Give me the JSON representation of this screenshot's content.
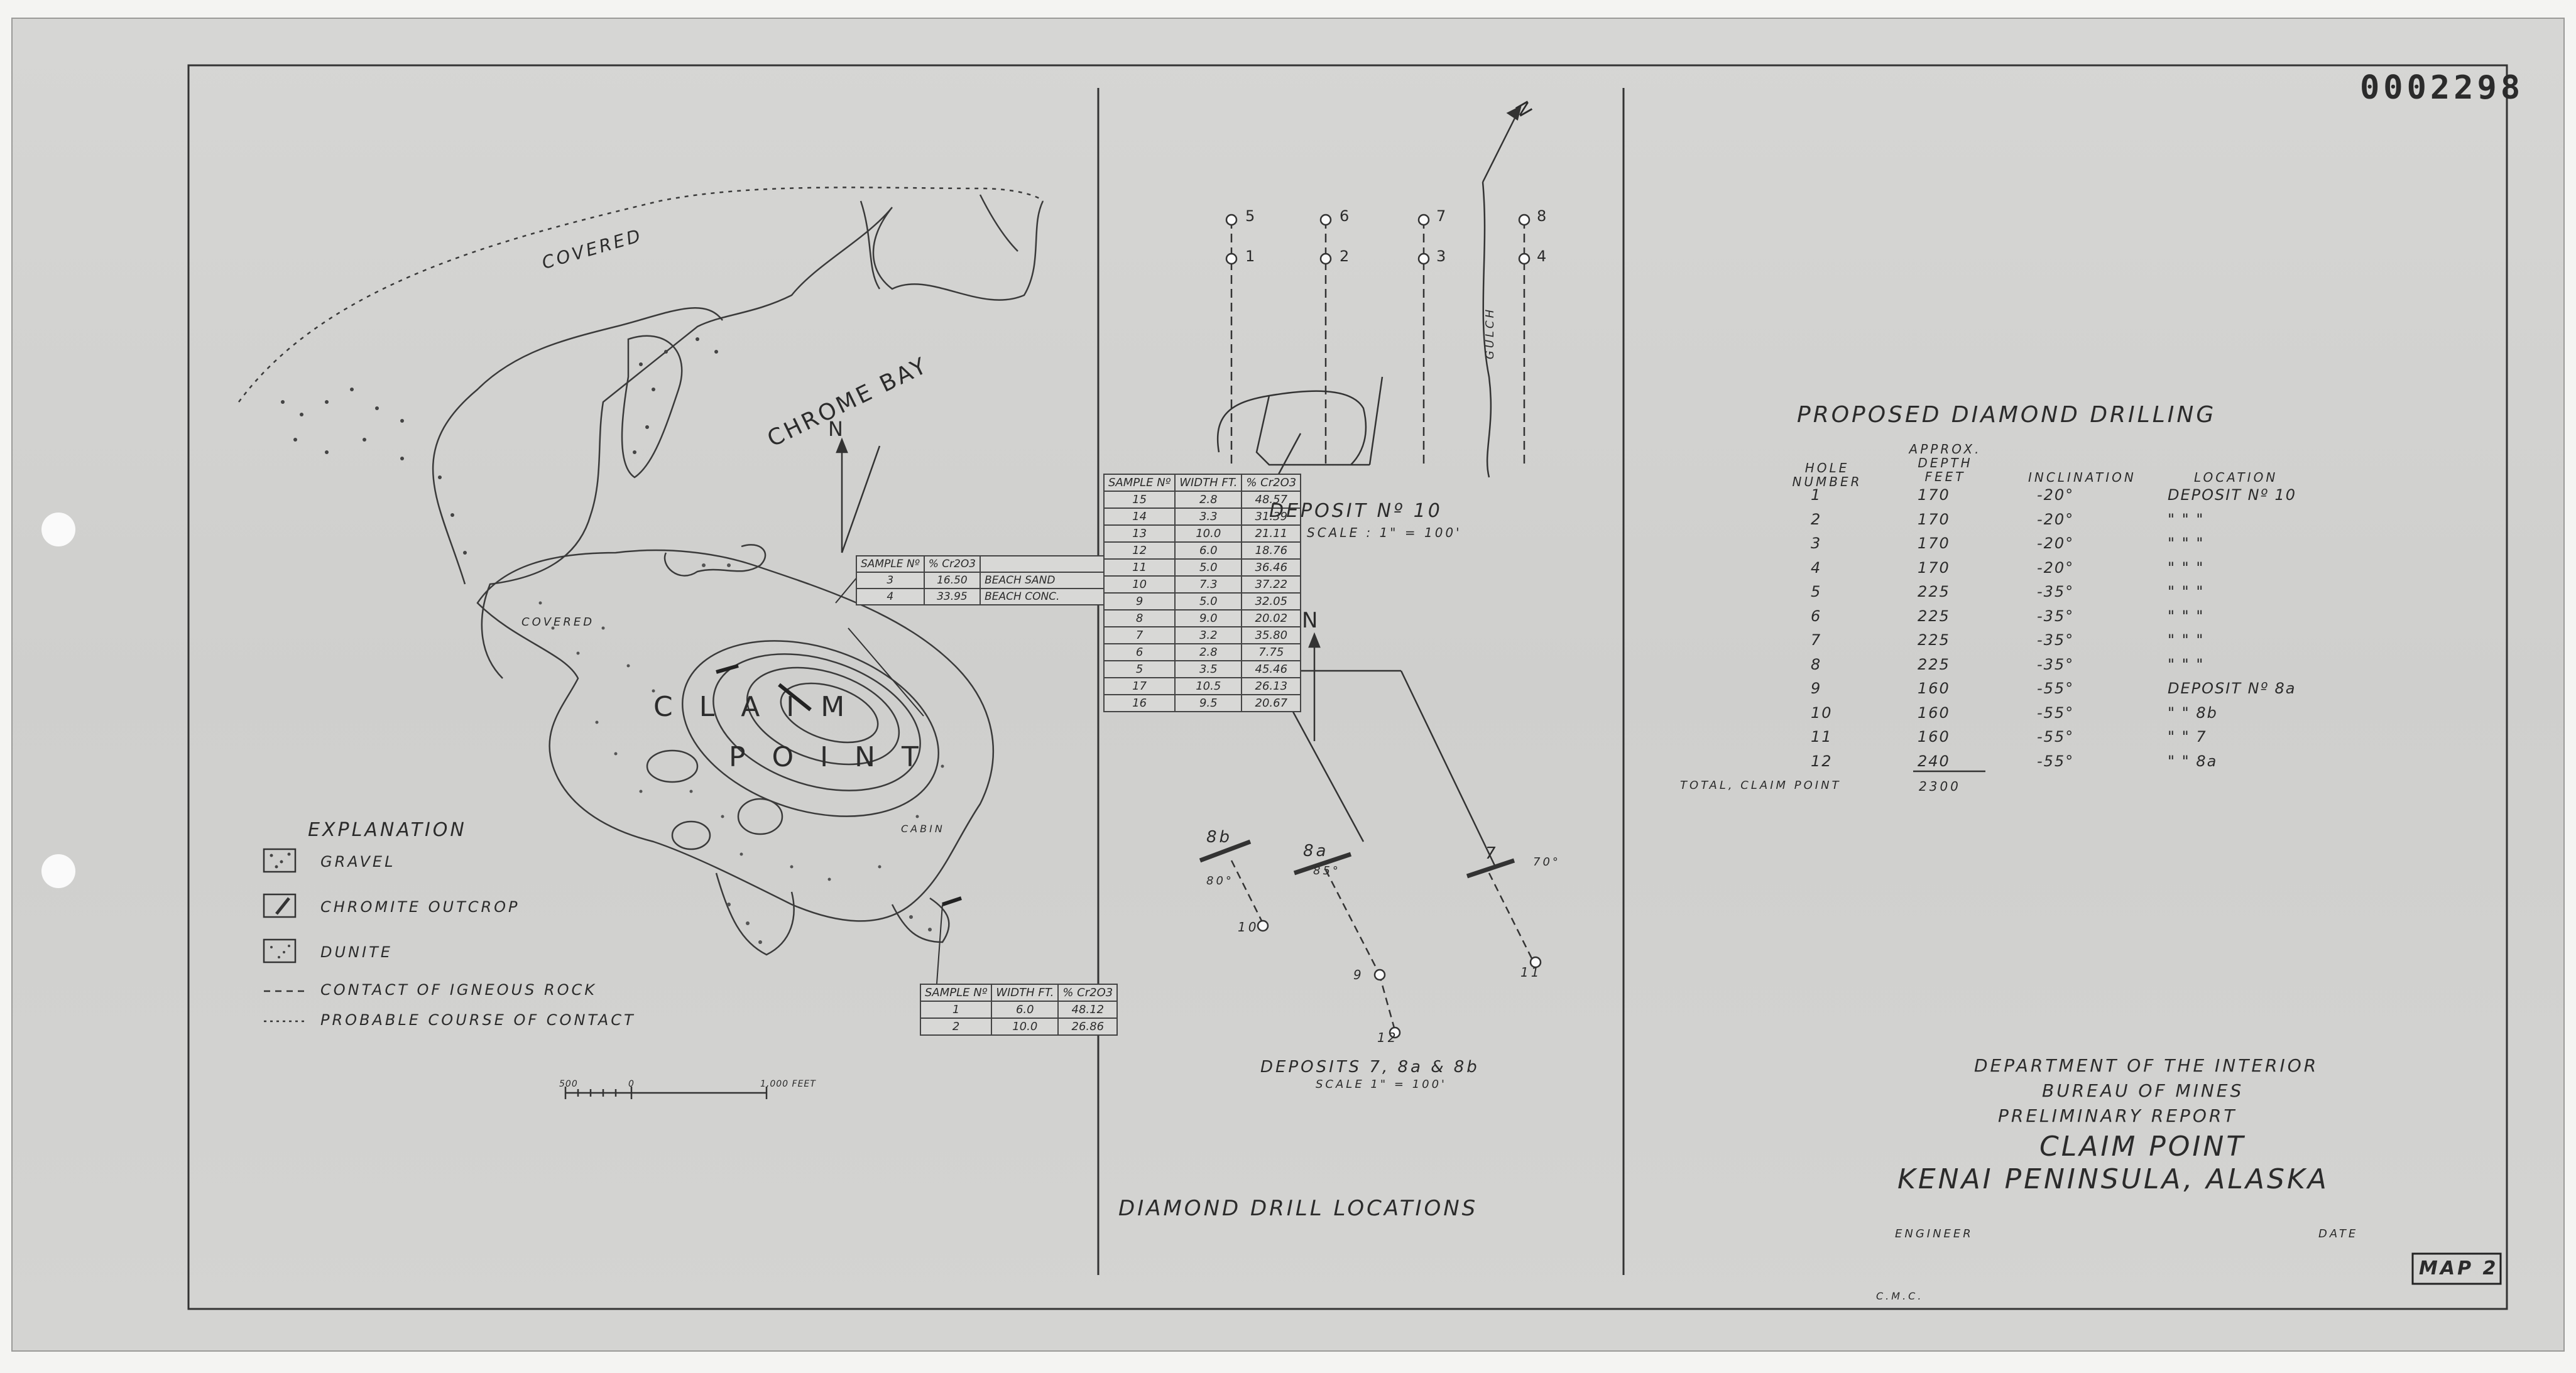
{
  "sheet_number": "0002298",
  "map_label": "MAP 2",
  "left_map": {
    "labels": {
      "covered_top": "COVERED",
      "chrome_bay": "CHROME BAY",
      "covered_island": "COVERED",
      "claim": "C L A I M",
      "point": "P O I N T",
      "cabin": "CABIN",
      "north": "N"
    },
    "explanation": {
      "title": "EXPLANATION",
      "items": [
        "GRAVEL",
        "CHROMITE OUTCROP",
        "DUNITE",
        "CONTACT OF IGNEOUS ROCK",
        "PROBABLE COURSE OF CONTACT"
      ]
    },
    "scale_bar": {
      "left": "500",
      "mid": "0",
      "right": "1,000 FEET"
    },
    "beach_table": {
      "headers": [
        "SAMPLE Nº",
        "% Cr2O3",
        ""
      ],
      "rows": [
        [
          "3",
          "16.50",
          "BEACH SAND"
        ],
        [
          "4",
          "33.95",
          "BEACH CONC."
        ]
      ]
    },
    "outcrop_table": {
      "headers": [
        "SAMPLE Nº",
        "WIDTH FT.",
        "% Cr2O3"
      ],
      "rows": [
        [
          "1",
          "6.0",
          "48.12"
        ],
        [
          "2",
          "10.0",
          "26.86"
        ]
      ]
    }
  },
  "deposit_table": {
    "headers": [
      "SAMPLE Nº",
      "WIDTH FT.",
      "% Cr2O3"
    ],
    "rows": [
      [
        "15",
        "2.8",
        "48.57"
      ],
      [
        "14",
        "3.3",
        "31.39"
      ],
      [
        "13",
        "10.0",
        "21.11"
      ],
      [
        "12",
        "6.0",
        "18.76"
      ],
      [
        "11",
        "5.0",
        "36.46"
      ],
      [
        "10",
        "7.3",
        "37.22"
      ],
      [
        "9",
        "5.0",
        "32.05"
      ],
      [
        "8",
        "9.0",
        "20.02"
      ],
      [
        "7",
        "3.2",
        "35.80"
      ],
      [
        "6",
        "2.8",
        "7.75"
      ],
      [
        "5",
        "3.5",
        "45.46"
      ],
      [
        "17",
        "10.5",
        "26.13"
      ],
      [
        "16",
        "9.5",
        "20.67"
      ]
    ]
  },
  "middle": {
    "deposit10_title": "DEPOSIT Nº 10",
    "deposit10_scale": "SCALE : 1\" = 100'",
    "gulch": "GULCH",
    "north": "N",
    "holes_top": [
      "5",
      "6",
      "7",
      "8"
    ],
    "holes_bottom": [
      "1",
      "2",
      "3",
      "4"
    ],
    "deposits_title": "DEPOSITS 7, 8a & 8b",
    "deposits_scale": "SCALE 1\" = 100'",
    "deposit_labels": [
      "8b",
      "8a",
      "7"
    ],
    "dip_labels": [
      "80°",
      "85°",
      "70°"
    ],
    "hole_labels": [
      "10",
      "9",
      "12",
      "11"
    ],
    "section_title": "DIAMOND DRILL LOCATIONS"
  },
  "drilling": {
    "title": "PROPOSED DIAMOND DRILLING",
    "headers": {
      "hole": "HOLE NUMBER",
      "depth": "APPROX. DEPTH FEET",
      "incl": "INCLINATION",
      "loc": "LOCATION"
    },
    "rows": [
      [
        "1",
        "170",
        "-20°",
        "DEPOSIT Nº 10"
      ],
      [
        "2",
        "170",
        "-20°",
        "\"   \"  \""
      ],
      [
        "3",
        "170",
        "-20°",
        "\"   \"  \""
      ],
      [
        "4",
        "170",
        "-20°",
        "\"   \"  \""
      ],
      [
        "5",
        "225",
        "-35°",
        "\"   \"  \""
      ],
      [
        "6",
        "225",
        "-35°",
        "\"   \"  \""
      ],
      [
        "7",
        "225",
        "-35°",
        "\"   \"  \""
      ],
      [
        "8",
        "225",
        "-35°",
        "\"   \"  \""
      ],
      [
        "9",
        "160",
        "-55°",
        "DEPOSIT Nº 8a"
      ],
      [
        "10",
        "160",
        "-55°",
        "\"   \" 8b"
      ],
      [
        "11",
        "160",
        "-55°",
        "\"   \" 7"
      ],
      [
        "12",
        "240",
        "-55°",
        "\"   \" 8a"
      ]
    ],
    "total_label": "TOTAL, CLAIM POINT",
    "total_value": "2300"
  },
  "title_block": {
    "line1": "DEPARTMENT OF THE INTERIOR",
    "line2": "BUREAU OF MINES",
    "line3": "PRELIMINARY REPORT",
    "line4": "CLAIM POINT",
    "line5": "KENAI PENINSULA, ALASKA",
    "engineer": "ENGINEER",
    "date": "DATE",
    "initials": "C.M.C."
  }
}
